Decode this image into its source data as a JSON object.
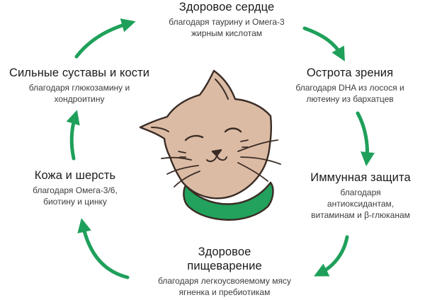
{
  "benefits": {
    "heart": {
      "title": [
        "Здоровое сердце"
      ],
      "sub": [
        "благодаря таурину и Омега-3",
        "жирным кислотам"
      ]
    },
    "eyes": {
      "title": [
        "Острота зрения"
      ],
      "sub": [
        "благодаря DHA из лосося и",
        "лютеину из бархатцев"
      ]
    },
    "immune": {
      "title": [
        "Иммунная защита"
      ],
      "sub": [
        "благодаря",
        "антиоксидантам,",
        "витаминам и β-глюканам"
      ]
    },
    "digest": {
      "title": [
        "Здоровое",
        "пищеварение"
      ],
      "sub": [
        "благодаря легкоусвояемому мясу",
        "ягненка и пребиотикам"
      ]
    },
    "skin": {
      "title": [
        "Кожа и шерсть"
      ],
      "sub": [
        "благодаря Омега-3/6,",
        "биотину и цинку"
      ]
    },
    "joints": {
      "title": [
        "Сильные суставы и кости"
      ],
      "sub": [
        "благодаря глюкозамину и",
        "хондроитину"
      ]
    }
  },
  "colors": {
    "arrow": "#1fa05a",
    "cat_fur": "#dcbba5",
    "cat_outline": "#3a2c25",
    "collar": "#22a25c"
  },
  "icons": [
    "cat-face-icon",
    "cycle-arrow-icon"
  ]
}
